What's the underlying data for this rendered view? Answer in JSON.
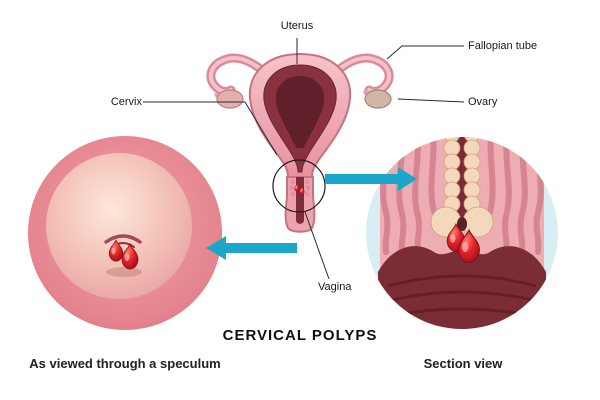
{
  "title": "CERVICAL POLYPS",
  "captions": {
    "left": "As viewed through a speculum",
    "right": "Section view"
  },
  "labels": {
    "uterus": "Uterus",
    "fallopian_tube": "Fallopian tube",
    "ovary": "Ovary",
    "cervix": "Cervix",
    "vagina": "Vagina"
  },
  "colors": {
    "arrow_teal": "#1aa7c9",
    "polyp_red": "#d6202a",
    "tissue_pink": "#efa8b0",
    "cavity_dark": "#7c2d3a",
    "rim_blue": "#d8edf4",
    "label_text": "#1a1a1a"
  }
}
